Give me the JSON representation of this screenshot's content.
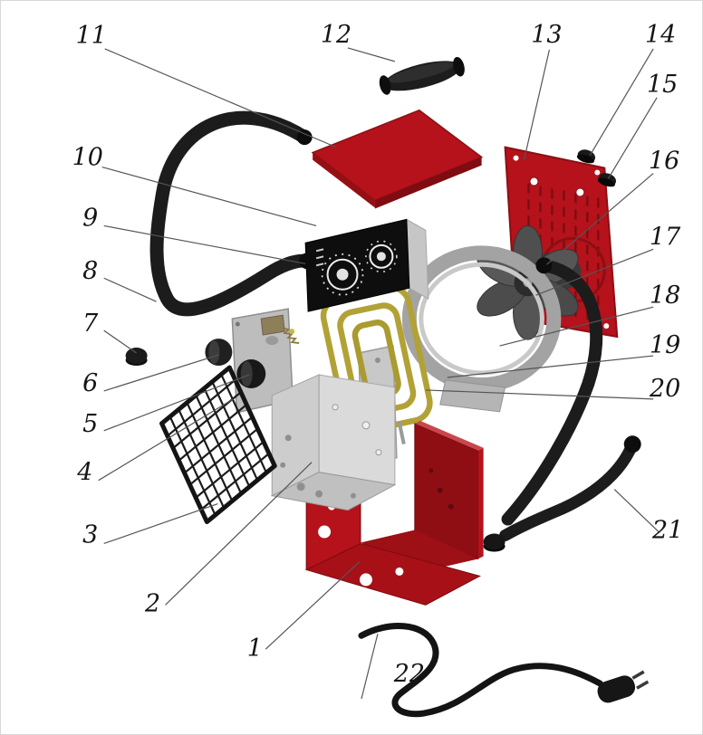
{
  "page": {
    "background_color": "#ffffff",
    "border_color": "#d8d8d8"
  },
  "diagram": {
    "kind": "exploded-parts-diagram",
    "subject": "electric fan heater exploded view",
    "palette": {
      "housing_red": "#b5121b",
      "dark_red_edge": "#8c0f14",
      "part_black": "#1a1a1a",
      "metal_gray": "#c9c9c9",
      "heater_brass": "#b2a236",
      "leader_gray": "#555555"
    },
    "callouts": [
      {
        "num": "1"
      },
      {
        "num": "2"
      },
      {
        "num": "3"
      },
      {
        "num": "4"
      },
      {
        "num": "5"
      },
      {
        "num": "6"
      },
      {
        "num": "7"
      },
      {
        "num": "8"
      },
      {
        "num": "9"
      },
      {
        "num": "10"
      },
      {
        "num": "11"
      },
      {
        "num": "12"
      },
      {
        "num": "13"
      },
      {
        "num": "14"
      },
      {
        "num": "15"
      },
      {
        "num": "16"
      },
      {
        "num": "17"
      },
      {
        "num": "18"
      },
      {
        "num": "19"
      },
      {
        "num": "20"
      },
      {
        "num": "21"
      },
      {
        "num": "22"
      }
    ]
  }
}
